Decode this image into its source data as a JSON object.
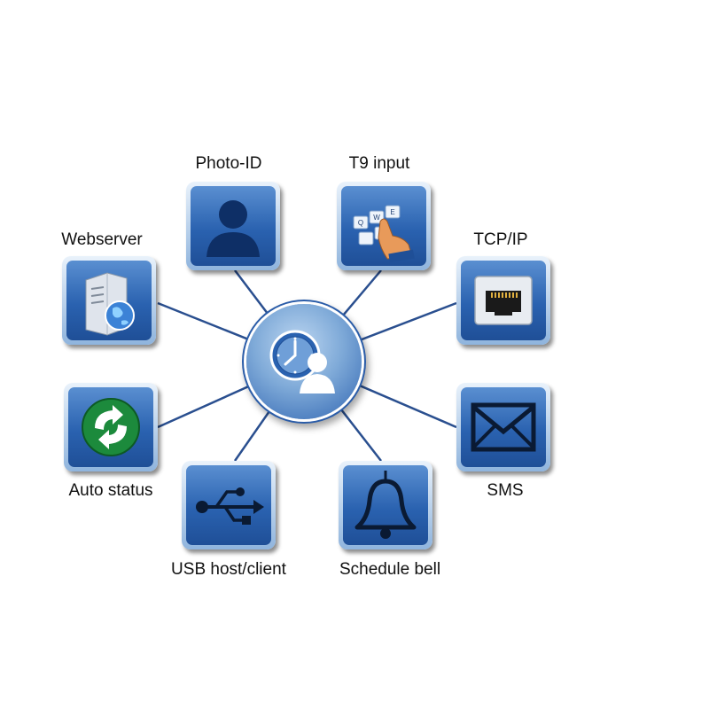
{
  "hub": {
    "icon": "clock-person-icon"
  },
  "nodes": [
    {
      "key": "photo",
      "label": "Photo-ID",
      "icon": "person-icon"
    },
    {
      "key": "t9",
      "label": "T9 input",
      "icon": "keyboard-hand-icon"
    },
    {
      "key": "webserver",
      "label": "Webserver",
      "icon": "server-globe-icon"
    },
    {
      "key": "tcpip",
      "label": "TCP/IP",
      "icon": "ethernet-port-icon"
    },
    {
      "key": "autostatus",
      "label": "Auto status",
      "icon": "recycle-arrows-icon"
    },
    {
      "key": "sms",
      "label": "SMS",
      "icon": "envelope-icon"
    },
    {
      "key": "usb",
      "label": "USB host/client",
      "icon": "usb-icon"
    },
    {
      "key": "bell",
      "label": "Schedule bell",
      "icon": "bell-icon"
    }
  ],
  "colors": {
    "connector": "#2a4f8f",
    "tile_face": "#2a62b0",
    "tile_rim": "#cfe0f3",
    "label": "#111111"
  }
}
